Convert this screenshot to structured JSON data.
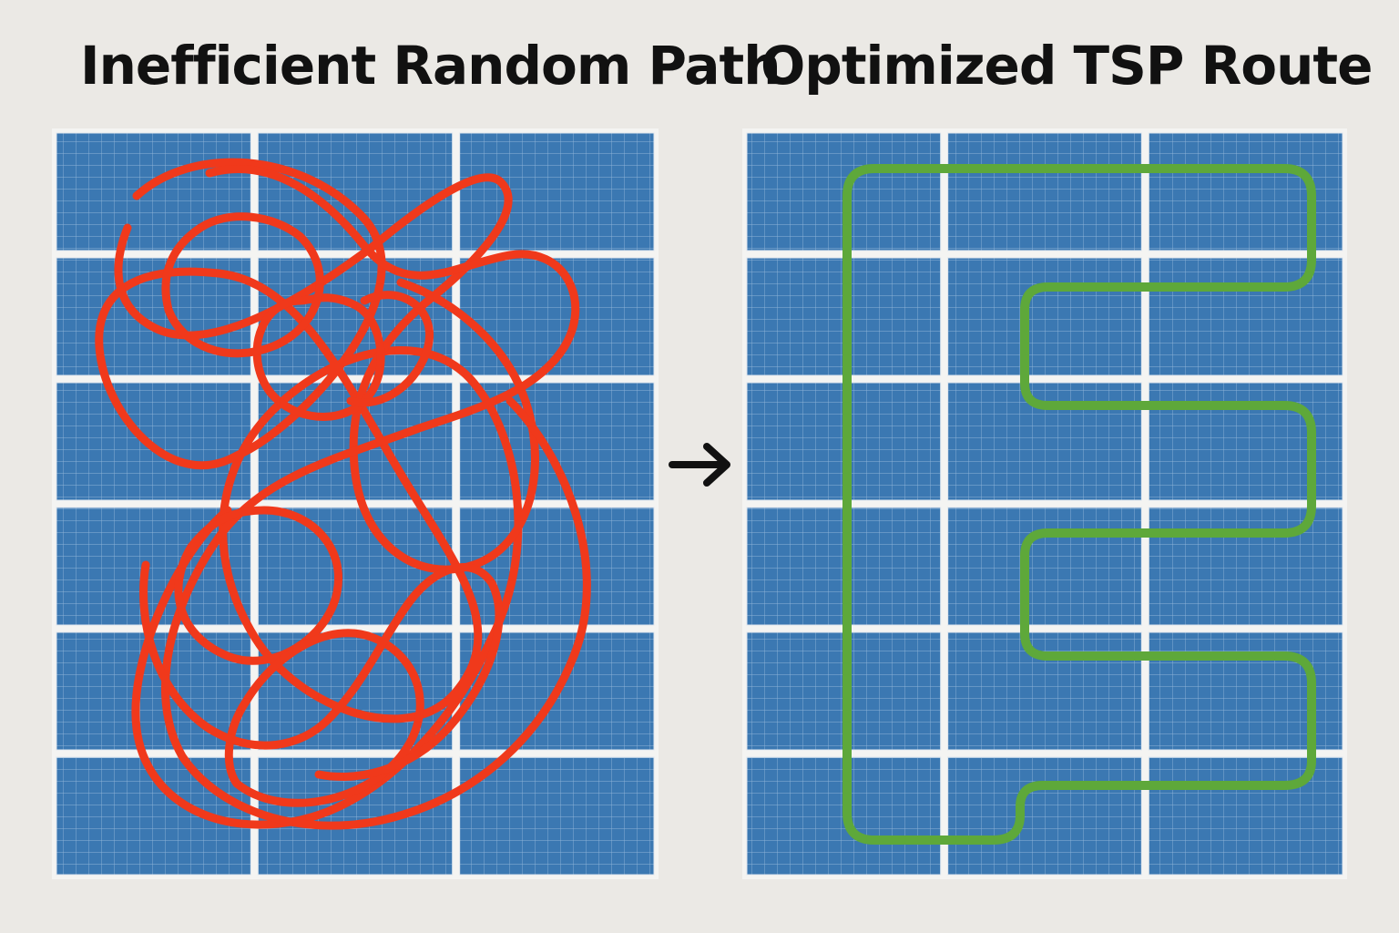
{
  "left_panel": {
    "title": "Inefficient Random Path",
    "path_color": "#f0391b"
  },
  "right_panel": {
    "title": "Optimized TSP Route",
    "path_color": "#5ea83a"
  },
  "arrow_icon": "right-arrow-icon",
  "panel_grid": {
    "rows": 6,
    "columns": 3
  },
  "colors": {
    "background": "#ebe9e5",
    "solar_cell": "#3b78b2",
    "frame": "#f4f4f2"
  }
}
